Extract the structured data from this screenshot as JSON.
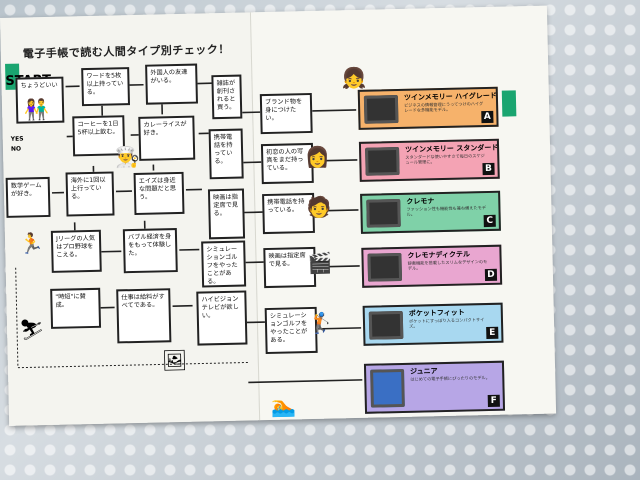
{
  "title": "電子手帳で読む人間タイプ別チェック！",
  "start": "START",
  "yes_label": "YES",
  "no_label": "NO",
  "questions": {
    "q1": "ちょうどいい",
    "q2": "ワードを5枚以上持っている。",
    "q3": "外国人の友達がいる。",
    "q4": "コーヒーを1日5杯以上飲む。",
    "q5": "カレーライスが好き。",
    "q6": "数学ゲームが好き。",
    "q7": "海外に1回以上行っている。",
    "q8": "エイズは身近な問題だと思う。",
    "q9": "Jリーグの人気はプロ野球をこえる。",
    "q10": "バブル経済を身をもって体験した。",
    "q11": "\"時短\"に賛成。",
    "q12": "仕事は給料がすべてである。",
    "q13": "ハイビジョンテレビが欲しい。",
    "q14": "雑誌が創刊されると買う。",
    "q15": "携帯電話を持っている。",
    "q16": "映画は指定席で見る。",
    "q17": "シミュレーションゴルフをやったことがある。",
    "q18": "ブランド物を身につけたい。",
    "q19": "初恋の人の写真をまだ持っている。"
  },
  "results": [
    {
      "name": "ツインメモリー ハイグレード",
      "letter": "A",
      "desc": "ビジネスの情報管理にうってつけのハイグレードな多機能モデル。",
      "color": "#f6b26b"
    },
    {
      "name": "ツインメモリー スタンダード",
      "letter": "B",
      "desc": "スタンダードな使いやすさで毎日のスケジュール管理に。",
      "color": "#f4a3b4"
    },
    {
      "name": "クレモナ",
      "letter": "C",
      "desc": "ファッション性も機能性も兼ね備えたモデル。",
      "color": "#7fd1a8"
    },
    {
      "name": "クレモナディクテル",
      "letter": "D",
      "desc": "辞書機能を搭載したスリムなデザインのモデル。",
      "color": "#e9a6d0"
    },
    {
      "name": "ポケットフィット",
      "letter": "E",
      "desc": "ポケットにすっぽり入るコンパクトサイズ。",
      "color": "#a8d8f0"
    },
    {
      "name": "ジュニア",
      "letter": "F",
      "desc": "はじめての電子手帳にぴったりのモデル。",
      "color": "#b7a6e6"
    }
  ],
  "colors": {
    "tab_green": "#1aa570"
  }
}
